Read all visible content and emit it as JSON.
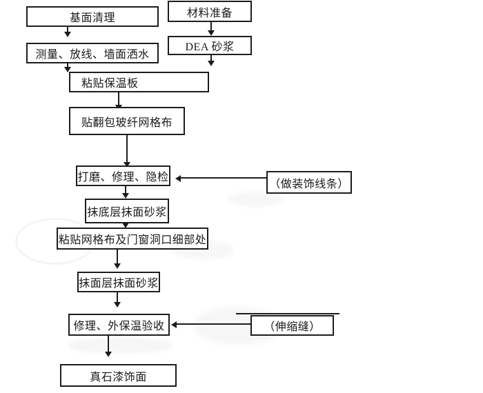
{
  "diagram": {
    "type": "flowchart",
    "colors": {
      "background": "#ffffff",
      "line": "#1c1c1c",
      "text": "#1a1a1a"
    },
    "nodes": [
      {
        "id": "base-surface-cleaning",
        "label": "基面清理"
      },
      {
        "id": "material-preparation",
        "label": "材料准备"
      },
      {
        "id": "measure-layout-water-wall",
        "label": "测量、放线、墙面洒水"
      },
      {
        "id": "dea-mortar",
        "label": "DEA 砂浆"
      },
      {
        "id": "paste-insulation-board",
        "label": "粘贴保温板"
      },
      {
        "id": "paste-wrapped-fiberglass-mesh",
        "label": "贴翻包玻纤网格布"
      },
      {
        "id": "grind-repair-concealed-inspection",
        "label": "打磨、修理、隐检"
      },
      {
        "id": "decorative-moulding",
        "label": "（做装饰线条）"
      },
      {
        "id": "apply-base-coat-mortar",
        "label": "抹底层抹面砂浆"
      },
      {
        "id": "paste-mesh-and-opening-details",
        "label": "粘贴网格布及门窗洞口细部处"
      },
      {
        "id": "apply-finish-coat-mortar",
        "label": "抹面层抹面砂浆"
      },
      {
        "id": "repair-external-insulation-acceptance",
        "label": "修理、外保温验收"
      },
      {
        "id": "expansion-joint",
        "label": "（伸缩缝）"
      },
      {
        "id": "stone-paint-finish",
        "label": "真石漆饰面"
      }
    ],
    "edges": [
      {
        "from": "base-surface-cleaning",
        "to": "measure-layout-water-wall"
      },
      {
        "from": "material-preparation",
        "to": "dea-mortar"
      },
      {
        "from": "measure-layout-water-wall",
        "to": "paste-insulation-board"
      },
      {
        "from": "dea-mortar",
        "to": "paste-insulation-board"
      },
      {
        "from": "paste-insulation-board",
        "to": "paste-wrapped-fiberglass-mesh"
      },
      {
        "from": "paste-wrapped-fiberglass-mesh",
        "to": "grind-repair-concealed-inspection"
      },
      {
        "from": "decorative-moulding",
        "to": "grind-repair-concealed-inspection"
      },
      {
        "from": "grind-repair-concealed-inspection",
        "to": "apply-base-coat-mortar"
      },
      {
        "from": "apply-base-coat-mortar",
        "to": "paste-mesh-and-opening-details"
      },
      {
        "from": "paste-mesh-and-opening-details",
        "to": "apply-finish-coat-mortar"
      },
      {
        "from": "apply-finish-coat-mortar",
        "to": "repair-external-insulation-acceptance"
      },
      {
        "from": "expansion-joint",
        "to": "repair-external-insulation-acceptance"
      },
      {
        "from": "repair-external-insulation-acceptance",
        "to": "stone-paint-finish"
      }
    ]
  }
}
